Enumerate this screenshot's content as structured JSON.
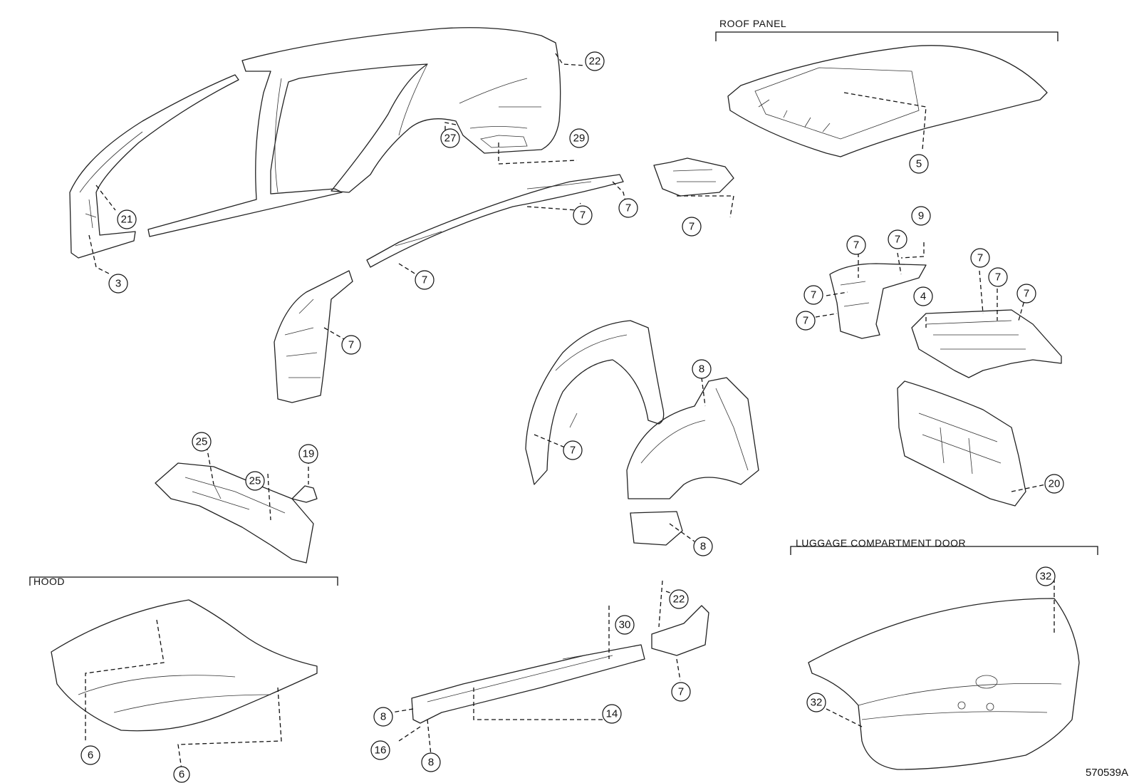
{
  "groups": {
    "roof_panel": "ROOF PANEL",
    "hood": "HOOD",
    "luggage_compartment_door": "LUGGAGE COMPARTMENT DOOR"
  },
  "drawing_id": "570539A",
  "callouts": [
    {
      "id": "c22a",
      "label": "22"
    },
    {
      "id": "c27",
      "label": "27"
    },
    {
      "id": "c29",
      "label": "29"
    },
    {
      "id": "c21",
      "label": "21"
    },
    {
      "id": "c3",
      "label": "3"
    },
    {
      "id": "c5",
      "label": "5"
    },
    {
      "id": "c7a",
      "label": "7"
    },
    {
      "id": "c7b",
      "label": "7"
    },
    {
      "id": "c7c",
      "label": "7"
    },
    {
      "id": "c7d",
      "label": "7"
    },
    {
      "id": "c7e",
      "label": "7"
    },
    {
      "id": "c9",
      "label": "9"
    },
    {
      "id": "c7f",
      "label": "7"
    },
    {
      "id": "c7g",
      "label": "7"
    },
    {
      "id": "c7h",
      "label": "7"
    },
    {
      "id": "c7i",
      "label": "7"
    },
    {
      "id": "c7j",
      "label": "7"
    },
    {
      "id": "c7k",
      "label": "7"
    },
    {
      "id": "c7l",
      "label": "7"
    },
    {
      "id": "c4",
      "label": "4"
    },
    {
      "id": "c8a",
      "label": "8"
    },
    {
      "id": "c7m",
      "label": "7"
    },
    {
      "id": "c25a",
      "label": "25"
    },
    {
      "id": "c25b",
      "label": "25"
    },
    {
      "id": "c19",
      "label": "19"
    },
    {
      "id": "c8b",
      "label": "8"
    },
    {
      "id": "c20",
      "label": "20"
    },
    {
      "id": "c22b",
      "label": "22"
    },
    {
      "id": "c30",
      "label": "30"
    },
    {
      "id": "c7n",
      "label": "7"
    },
    {
      "id": "c14",
      "label": "14"
    },
    {
      "id": "c8c",
      "label": "8"
    },
    {
      "id": "c16",
      "label": "16"
    },
    {
      "id": "c8d",
      "label": "8"
    },
    {
      "id": "c6a",
      "label": "6"
    },
    {
      "id": "c6b",
      "label": "6"
    },
    {
      "id": "c32a",
      "label": "32"
    },
    {
      "id": "c32b",
      "label": "32"
    }
  ]
}
